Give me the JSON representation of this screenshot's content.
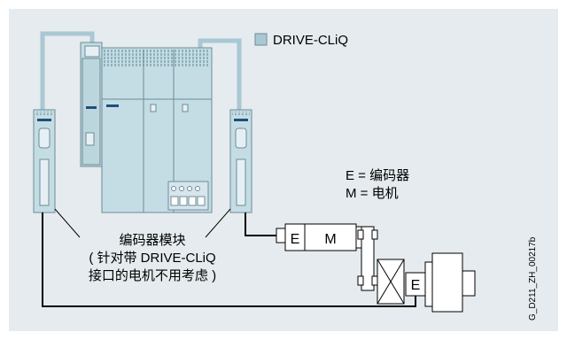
{
  "legend": {
    "label": "DRIVE-CLiQ",
    "swatch_color": "#a9c8d4"
  },
  "key_lines": [
    "E = 编码器",
    "M = 电机"
  ],
  "callout_lines": [
    "编码器模块",
    "( 针对带 DRIVE-CLiQ",
    "接口的电机不用考虑 )"
  ],
  "motor_labels": {
    "encoder": "E",
    "motor": "M",
    "encoder2": "E"
  },
  "figure_id": "G_D211_ZH_00217b",
  "colors": {
    "background": "#e5ebee",
    "module_fill": "#c4dde5",
    "module_stroke": "#6e8b95",
    "drive_cliq": "#a9c8d4",
    "line": "#000000"
  }
}
